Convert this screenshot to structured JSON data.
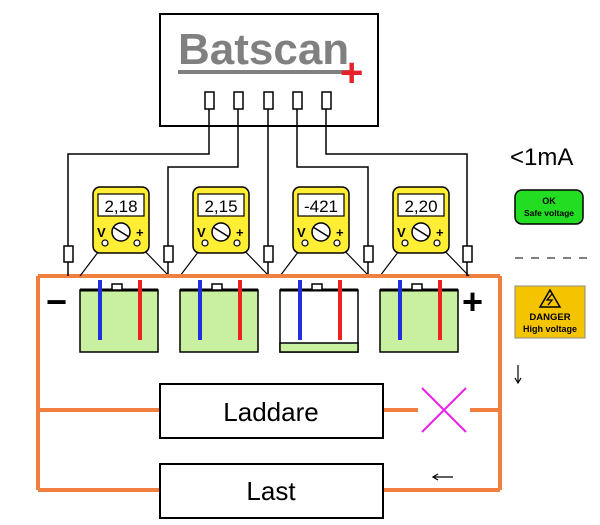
{
  "device": {
    "logo_text": "Batscan",
    "logo_plus": "+",
    "logo_color": "#808080",
    "plus_color": "#e8202a"
  },
  "current_label": "<1mA",
  "ok_badge": {
    "line1": "OK",
    "line2": "Safe voltage",
    "color": "#22dd22"
  },
  "danger_badge": {
    "line1": "DANGER",
    "line2": "High voltage",
    "color": "#f5c400"
  },
  "meters": [
    {
      "reading": "2,18",
      "unit_v": "V",
      "sign": "+"
    },
    {
      "reading": "2,15",
      "unit_v": "V",
      "sign": "+"
    },
    {
      "reading": "-421",
      "unit_v": "V",
      "sign": "+"
    },
    {
      "reading": "2,20",
      "unit_v": "V",
      "sign": "+"
    }
  ],
  "terminals": {
    "minus": "−",
    "plus": "+"
  },
  "charger_label": "Laddare",
  "load_label": "Last",
  "colors": {
    "wire": "#f08040",
    "cell_fill": "#c8f0a0",
    "meter_yellow": "#ffee33",
    "probe_blue": "#2030e0",
    "probe_red": "#ee2020",
    "switch_x": "#ee22ee"
  }
}
